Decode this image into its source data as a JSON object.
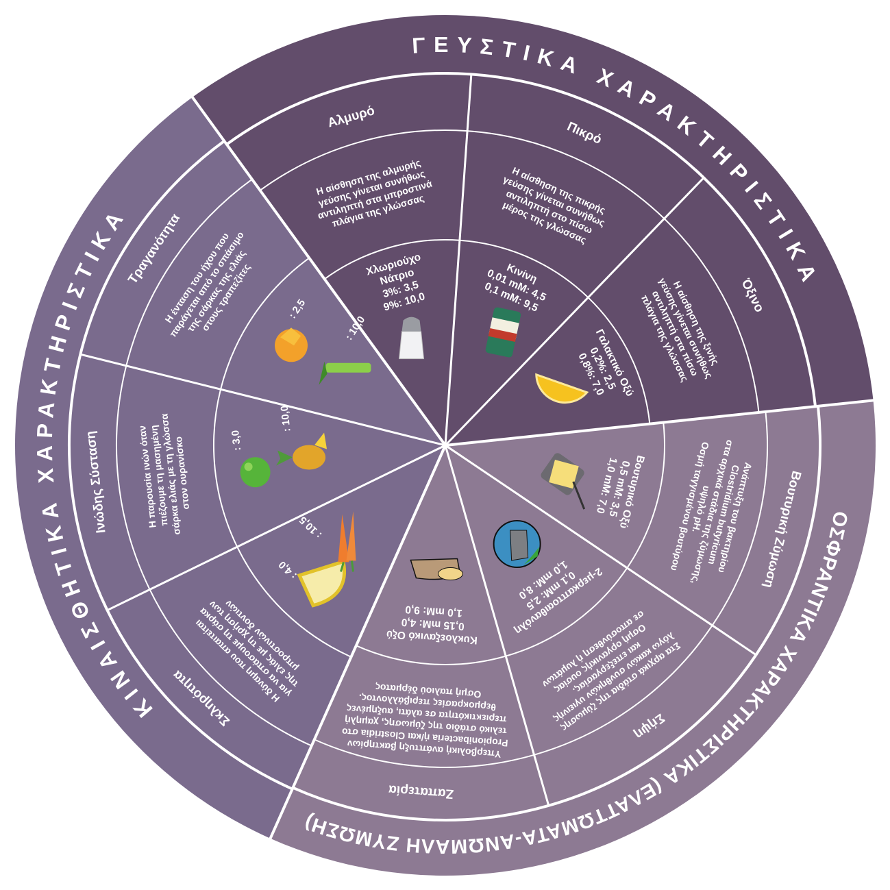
{
  "groups": [
    {
      "title": "ΓΕΥΣΤΙΚΑ  ΧΑΡΑΚΤΗΡΙΣΤΙΚΑ",
      "color": "#624d6b"
    },
    {
      "title": "ΟΣΦΡΑΝΤΙΚΑ ΧΑΡΑΚΤΗΡΙΣΤΙΚΑ (ΕΛΑΤΤΩΜΑΤΑ-ΑΝΩΜΑΛΗ ΖΥΜΩΣΗ)",
      "color": "#8d7a93"
    },
    {
      "title": "ΚΙΝΑΙΣΘΗΤΙΚΑ  ΧΑΡΑΚΤΗΡΙΣΤΙΚΑ",
      "color": "#7a6b8d"
    }
  ],
  "sectors": [
    {
      "title": "Αλμυρό",
      "group": 0,
      "description": [
        "Η αίσθηση της αλμυρής",
        "γεύσης γίνεται συνήθως",
        "αντιληπτή στα μπροστινά",
        "πλάγια της γλώσσας"
      ],
      "reference": [
        "Χλωριούχο",
        "Νάτριο",
        "3%: 3,5",
        "9%: 10,0"
      ],
      "pictures": [
        {
          "icon": "salt-shaker-icon"
        }
      ]
    },
    {
      "title": "Πικρό",
      "group": 0,
      "description": [
        "Η αίσθηση της πικρής",
        "γεύσης γίνεται συνήθως",
        "αντιληπτή στο πίσω",
        "μέρος της γλώσσας"
      ],
      "reference": [
        "Κινίνη",
        "0,01 mM: 4,5",
        "0,1 mM: 9,5"
      ],
      "pictures": [
        {
          "icon": "tonic-water-can-icon"
        }
      ]
    },
    {
      "title": "Όξινο",
      "group": 0,
      "description": [
        "Η αίσθηση της ξινής",
        "γεύσης γίνεται συνήθως",
        "αντιληπτή στα πίσω",
        "πλάγια της γλώσσας"
      ],
      "reference": [
        "Γαλακτικό Οξύ",
        "0,2%: 2,5",
        "0,8%: 7,0"
      ],
      "pictures": [
        {
          "icon": "lemon-slice-icon"
        }
      ]
    },
    {
      "title": "Βουτυρική Ζύμωση",
      "group": 1,
      "description": [
        "Ανάπτυξη του βακτηρίου",
        "Clostridium butyricum",
        "στα αρχικά στάδια της ζύμωσης,",
        "υψηλό pH.",
        "Οσμή ταγγισμένου βουτύρου"
      ],
      "reference": [
        "Βουτυρικό Οξύ",
        "0,5 mM: 3,5",
        "1,0 mM: 7,0"
      ],
      "pictures": [
        {
          "icon": "butter-icon"
        }
      ]
    },
    {
      "title": "Σήψη",
      "group": 1,
      "description": [
        "Στα αρχικά στάδια της ζύμωσης",
        "λόγω κακών συνθηκών υγιεινής",
        "και επεξεργασίας.",
        "Οσμή οργανικής ουσίας",
        "σε αποσύνθεση ή λυμάτων"
      ],
      "reference": [
        "2-μερκαπτοαιθανόλη",
        "0,1 mM: 2,5",
        "1,0 mM: 8,0"
      ],
      "pictures": [
        {
          "icon": "sewer-icon"
        }
      ]
    },
    {
      "title": "Ζαπατερία",
      "group": 1,
      "description": [
        "Υπερβολική ανάπτυξη βακτηρίων",
        "Propionibacteria ή/και Clostridia στο",
        "τελικό στάδιο της ζύμωσης, χαμηλή",
        "περιεκτικότητα σε αλάτι, αυξημένες",
        "θερμοκρασίες περιβάλλοντος.",
        "Οσμή παλιού δέρματος"
      ],
      "reference": [
        "Κυκλοεξανικό Οξύ",
        "0,15 mM: 4,0",
        "1,0 mM: 9,0"
      ],
      "pictures": [
        {
          "icon": "old-shoe-icon"
        }
      ]
    },
    {
      "title": "Σκληρότητα",
      "group": 2,
      "description": [
        "Η δύναμη που απαιτείται",
        "για να σπάσουμε τη σάρκα",
        "της ελιάς με τη χρήση των",
        "μπροστινών δοντιών"
      ],
      "reference": [],
      "pictures": [
        {
          "icon": "cheese-icon",
          "label": ": 4,0"
        },
        {
          "icon": "carrot-icon",
          "label": ": 10,5"
        }
      ]
    },
    {
      "title": "Ινώδης Σύσταση",
      "group": 2,
      "description": [
        "Η παρουσία ινών όταν",
        "πιέζουμε τη μασημένη",
        "σάρκα ελιάς με τη γλώσσα",
        "στον ουρανίσκο"
      ],
      "reference": [],
      "pictures": [
        {
          "icon": "apple-icon",
          "label": ": 3,0"
        },
        {
          "icon": "pineapple-icon",
          "label": ": 10,0"
        }
      ]
    },
    {
      "title": "Τραγανότητα",
      "group": 2,
      "description": [
        "Η ένταση του ήχου που",
        "παράγεται από το σπάσιμο",
        "της σάρκας της ελιάς",
        "στους τραπεζίτες"
      ],
      "reference": [],
      "pictures": [
        {
          "icon": "peach-icon",
          "label": ": 2,5"
        },
        {
          "icon": "celery-icon",
          "label": ": 10,0"
        }
      ]
    }
  ]
}
